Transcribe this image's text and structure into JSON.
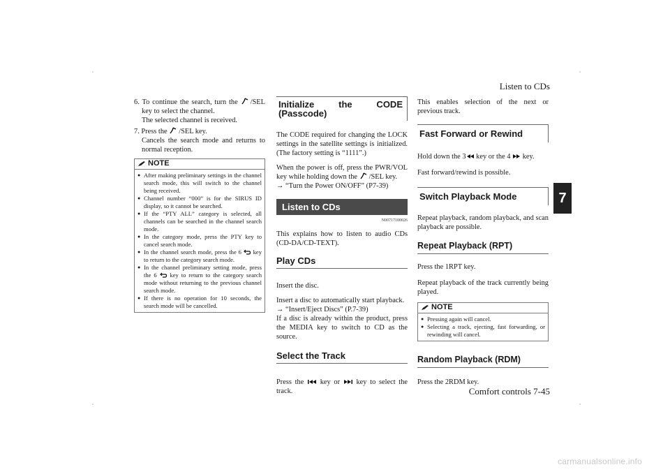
{
  "header": {
    "title": "Listen to CDs",
    "footer": "Comfort controls    7-45",
    "chapter": "7"
  },
  "col1": {
    "step6_a": "6. To continue the search, turn the ",
    "step6_b": "/SEL key to select the channel.",
    "step6_c": "The selected channel is received.",
    "step7_a": "7. Press the ",
    "step7_b": "/SEL key.",
    "step7_c": "Cancels the search mode and returns to normal reception.",
    "note_label": "NOTE",
    "notes": [
      "After making preliminary settings in the channel search mode, this will switch to the channel being received.",
      "Channel number “000” is for the SIRUS ID display, so it cannot be searched.",
      "If the “PTY ALL” category is selected, all channels can be searched in the channel search mode.",
      "In the category mode, press the PTY key to cancel search mode."
    ],
    "note5_a": "In the channel search mode, press the 6 ",
    "note5_b": "key to return to the category search mode.",
    "note6_a": "In the channel preliminary setting mode, press the 6 ",
    "note6_b": "key to return to the category search mode without returning to the previous channel search mode.",
    "note7": "If there is no operation for 10 seconds, the search mode will be cancelled."
  },
  "col2": {
    "heading_code": "Initialize the CODE (Passcode)",
    "code_p1": "The CODE required for changing the LOCK settings in the satellite settings is initialized. (The factory setting is “1111”.)",
    "code_p2_a": "When the power is off, press the PWR/VOL key while holding down the ",
    "code_p2_b": "/SEL key.",
    "code_p3": "→ “Turn the Power ON/OFF” (P7-39)",
    "heading_listen": "Listen to CDs",
    "ref_code": "N00717100026",
    "listen_p": "This explains how to listen to audio CDs (CD-DA/CD-TEXT).",
    "heading_play": "Play CDs",
    "play_p1": "Insert the disc.",
    "play_p2": "Insert a disc to automatically start playback.",
    "play_p3": "→ “Insert/Eject Discs” (P.7-39)",
    "play_p4": "If a disc is already within the product, press the MEDIA key to switch to CD as the source.",
    "heading_track": "Select the Track",
    "track_a": "Press the ",
    "track_b": " key or ",
    "track_c": " key to select the track."
  },
  "col3": {
    "intro": "This enables selection of the next or previous track.",
    "heading_ff": "Fast Forward or Rewind",
    "ff_a": "Hold down the 3",
    "ff_b": " key or the 4 ",
    "ff_c": " key.",
    "ff_p2": "Fast forward/rewind is possible.",
    "heading_switch": "Switch Playback Mode",
    "switch_p": "Repeat playback, random playback, and scan playback are possible.",
    "heading_rpt": "Repeat Playback (RPT)",
    "rpt_p1": "Press the 1RPT key.",
    "rpt_p2": "Repeat playback of the track currently being played.",
    "note_label": "NOTE",
    "notes": [
      "Pressing again will cancel.",
      "Selecting a track, ejecting, fast forwarding, or rewinding will cancel."
    ],
    "heading_rdm": "Random Playback (RDM)",
    "rdm_p": "Press the 2RDM key."
  },
  "watermark": "carmanualsonline.info"
}
